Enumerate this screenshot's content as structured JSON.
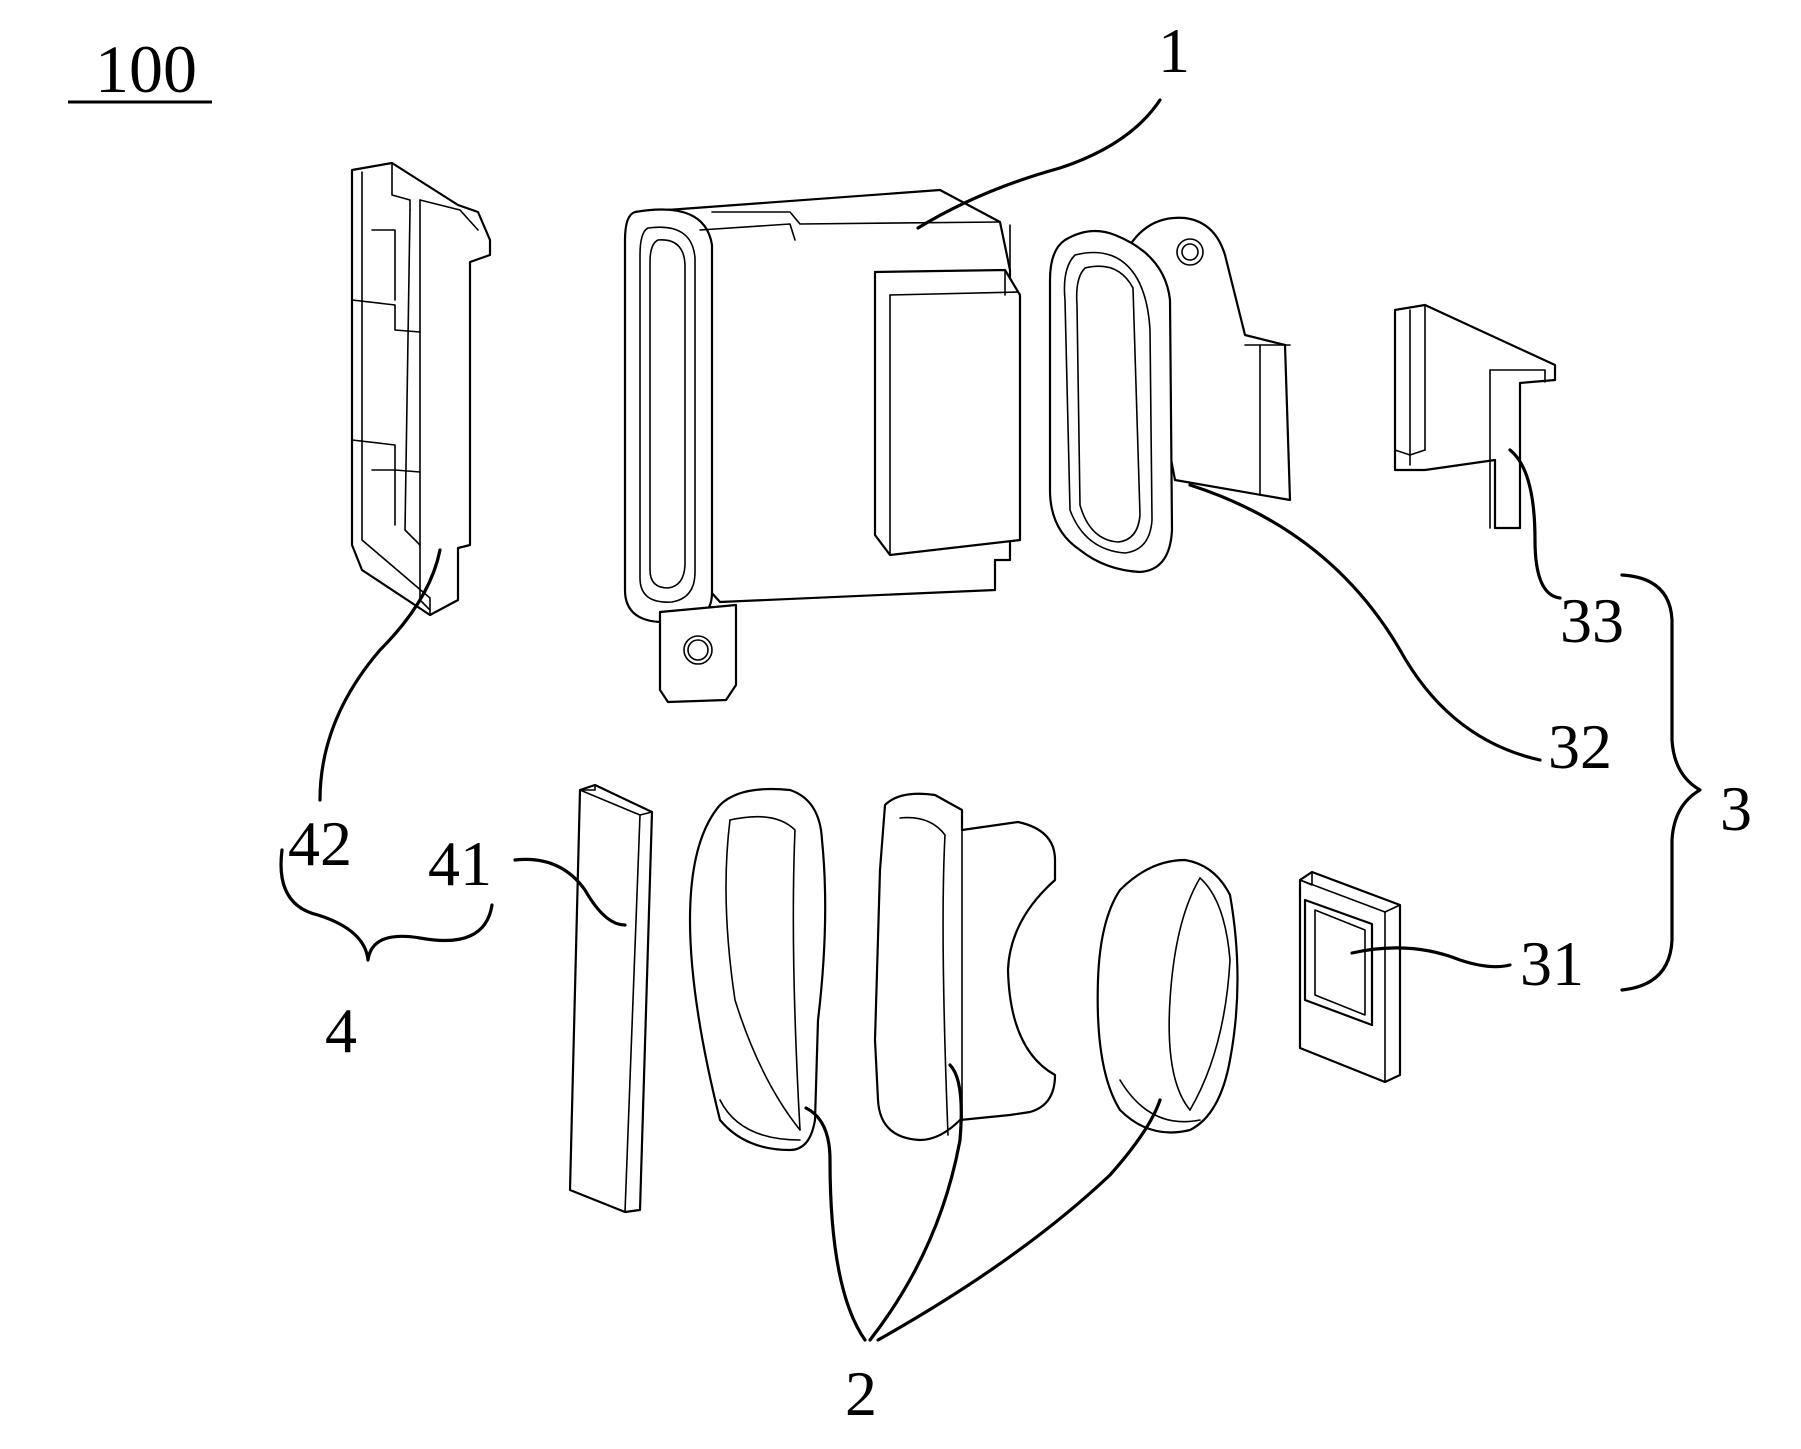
{
  "figure": {
    "number": "100"
  },
  "callouts": {
    "c1": "1",
    "c2": "2",
    "c3": "3",
    "c4": "4",
    "c31": "31",
    "c32": "32",
    "c33": "33",
    "c41": "41",
    "c42": "42"
  },
  "colors": {
    "ink": "#000000",
    "paper": "#ffffff"
  }
}
